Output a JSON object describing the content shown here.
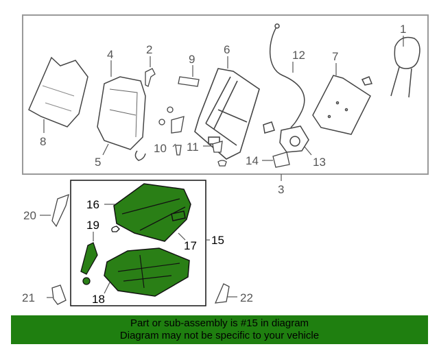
{
  "diagram": {
    "callouts": {
      "c1": "1",
      "c2": "2",
      "c3": "3",
      "c4": "4",
      "c5": "5",
      "c6": "6",
      "c7": "7",
      "c8": "8",
      "c9": "9",
      "c10": "10",
      "c11": "11",
      "c12": "12",
      "c13": "13",
      "c14": "14",
      "c15": "15",
      "c16": "16",
      "c17": "17",
      "c18": "18",
      "c19": "19",
      "c20": "20",
      "c21": "21",
      "c22": "22"
    },
    "highlight_color": "#2a7f16"
  },
  "footer": {
    "line1": "Part or sub-assembly is #15 in diagram",
    "line2": "Diagram may not be specific to your vehicle",
    "background": "#1f7f10"
  }
}
